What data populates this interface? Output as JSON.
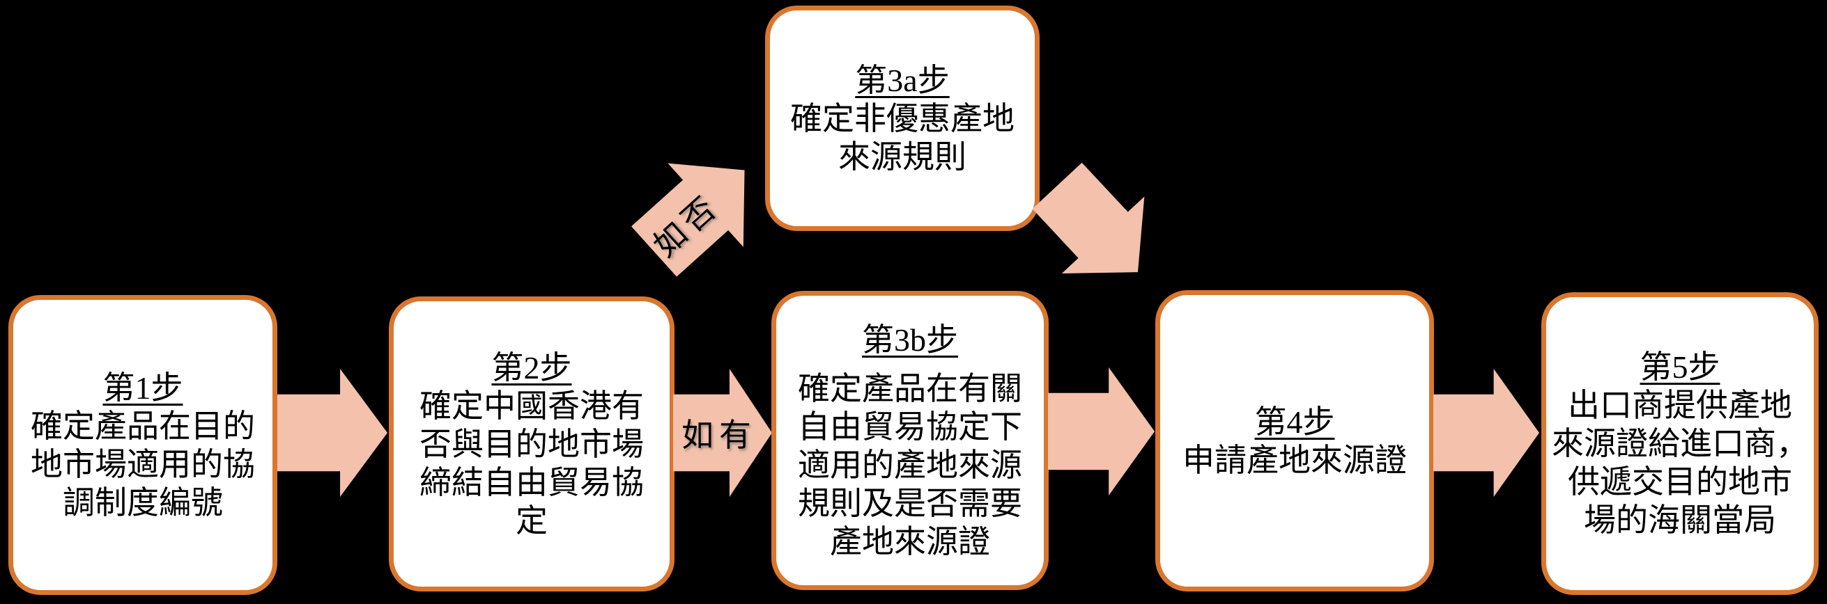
{
  "background": "#000000",
  "colors": {
    "box_border": "#D9772E",
    "box_fill": "#FFFFFF",
    "arrow_fill": "#F4C1AC",
    "text": "#000000"
  },
  "boxes": {
    "step1": {
      "title": "第1步",
      "lines": [
        "確定產品在目的",
        "地市場適用的協",
        "調制度編號"
      ]
    },
    "step2": {
      "title": "第2步",
      "lines": [
        "確定中國香港有",
        "否與目的地市場",
        "締結自由貿易協",
        "定"
      ]
    },
    "step3a": {
      "title": "第3a步",
      "lines": [
        "確定非優惠產地",
        "來源規則"
      ]
    },
    "step3b": {
      "title": "第3b步",
      "lines": [
        "確定產品在有關",
        "自由貿易協定下",
        "適用的產地來源",
        "規則及是否需要",
        "產地來源證"
      ]
    },
    "step4": {
      "title": "第4步",
      "lines": [
        "申請產地來源證"
      ]
    },
    "step5": {
      "title": "第5步",
      "lines": [
        "出口商提供產地",
        "來源證給進口商，",
        "供遞交目的地市",
        "場的海關當局"
      ]
    }
  },
  "arrow_labels": {
    "if_no": "如否",
    "if_yes": "如有"
  }
}
